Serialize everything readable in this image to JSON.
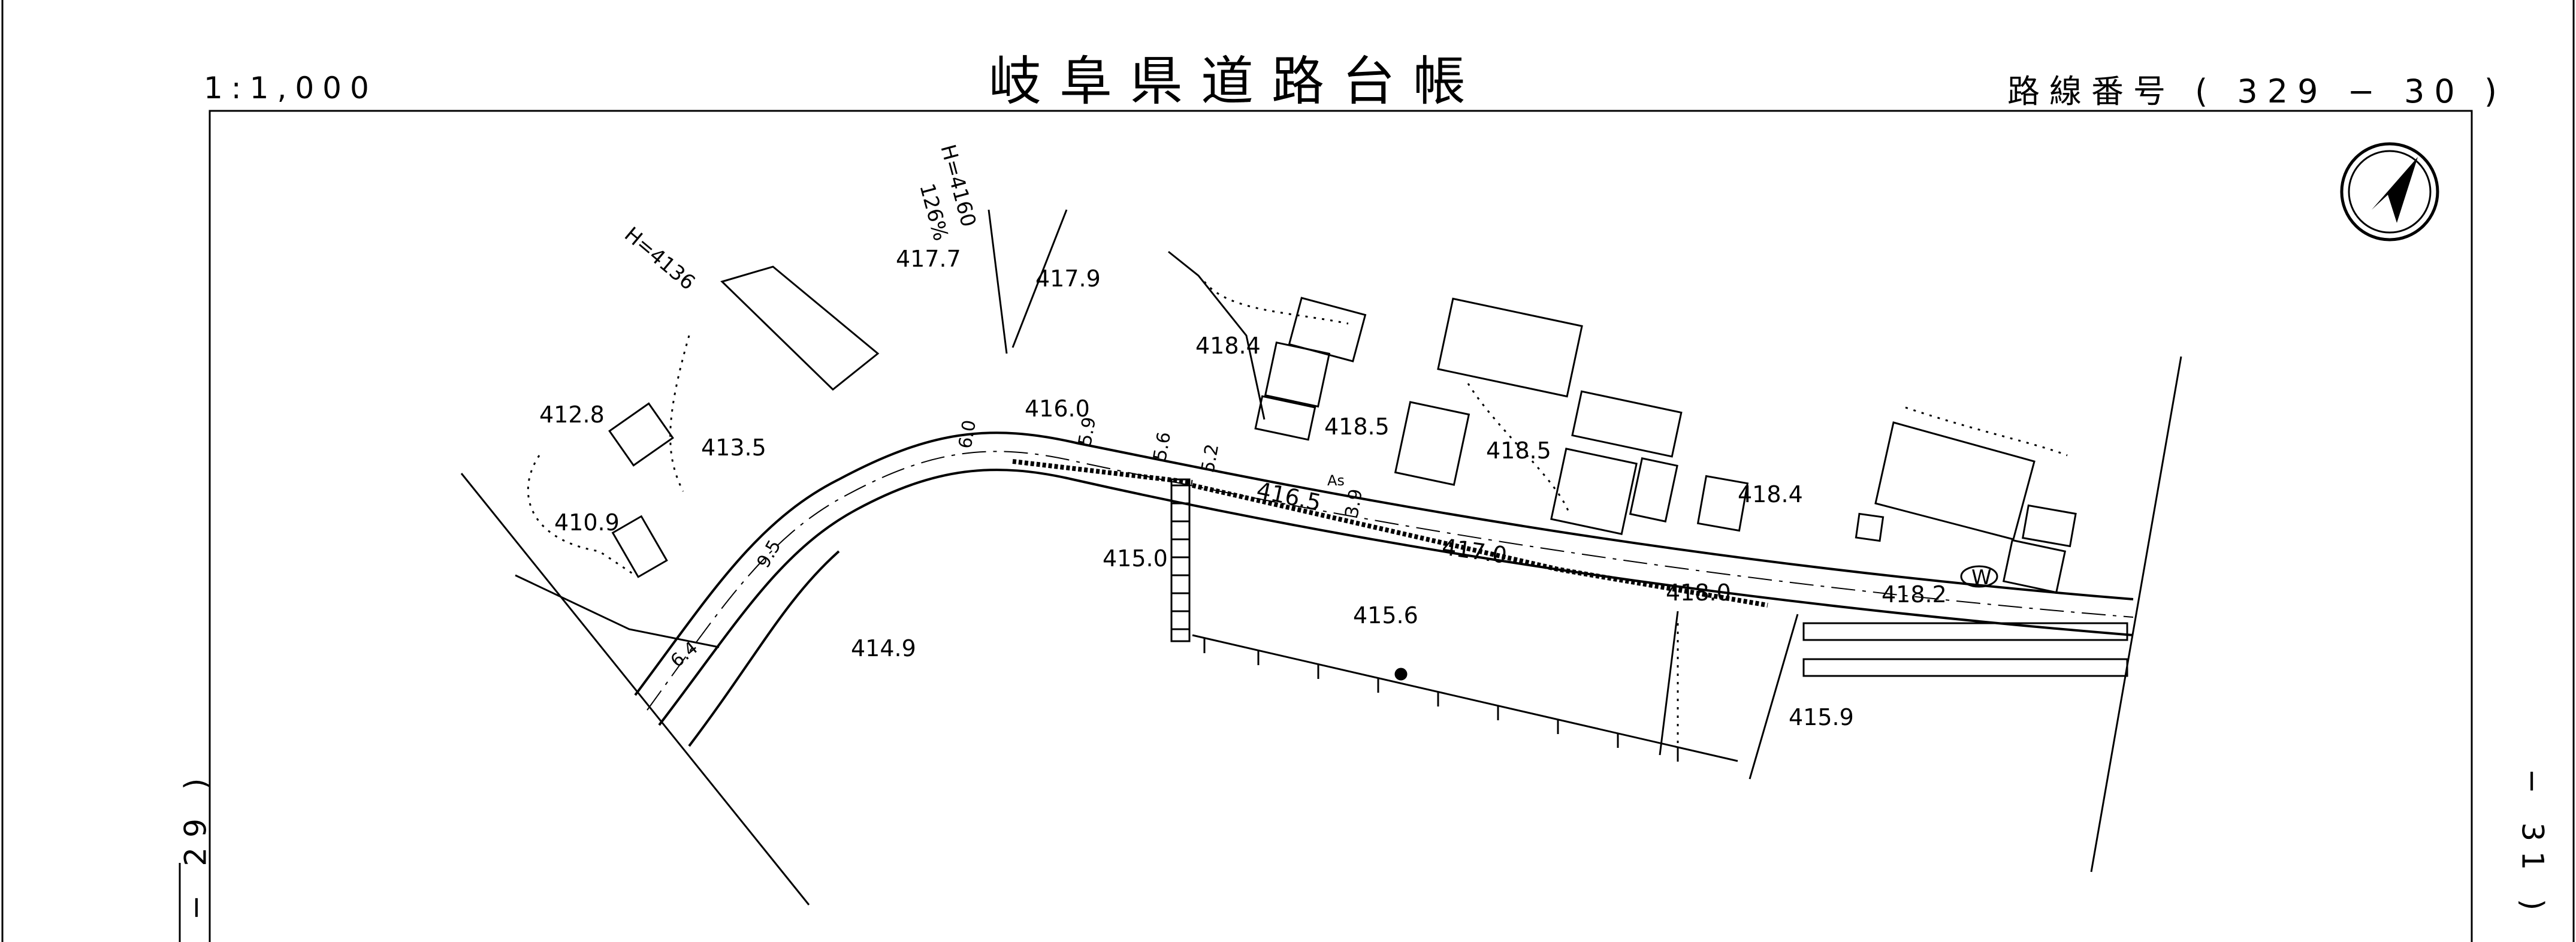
{
  "header": {
    "title": "岐阜県道路台帳",
    "scale": "1:1,000",
    "route_number": "路線番号 ( 329 − 30 )"
  },
  "adjacent_sheets": {
    "left": "− 29 )",
    "right": "− 31 )"
  },
  "map": {
    "north_arrow_icon": "north-arrow-icon",
    "elevations": [
      "417.7",
      "417.9",
      "418.4",
      "412.8",
      "413.5",
      "410.9",
      "416.0",
      "418.5",
      "418.5",
      "416.5",
      "418.4",
      "417.0",
      "418.0",
      "418.2",
      "415.0",
      "415.6",
      "414.9",
      "415.9"
    ],
    "annotations": {
      "h4160": "H=4160",
      "grade": "126%",
      "h4136": "H=4136",
      "surface_as": "As",
      "water": "W"
    },
    "widths": [
      "6.0",
      "5.9",
      "5.6",
      "5.2",
      "3.9",
      "9.5",
      "6.4"
    ]
  }
}
